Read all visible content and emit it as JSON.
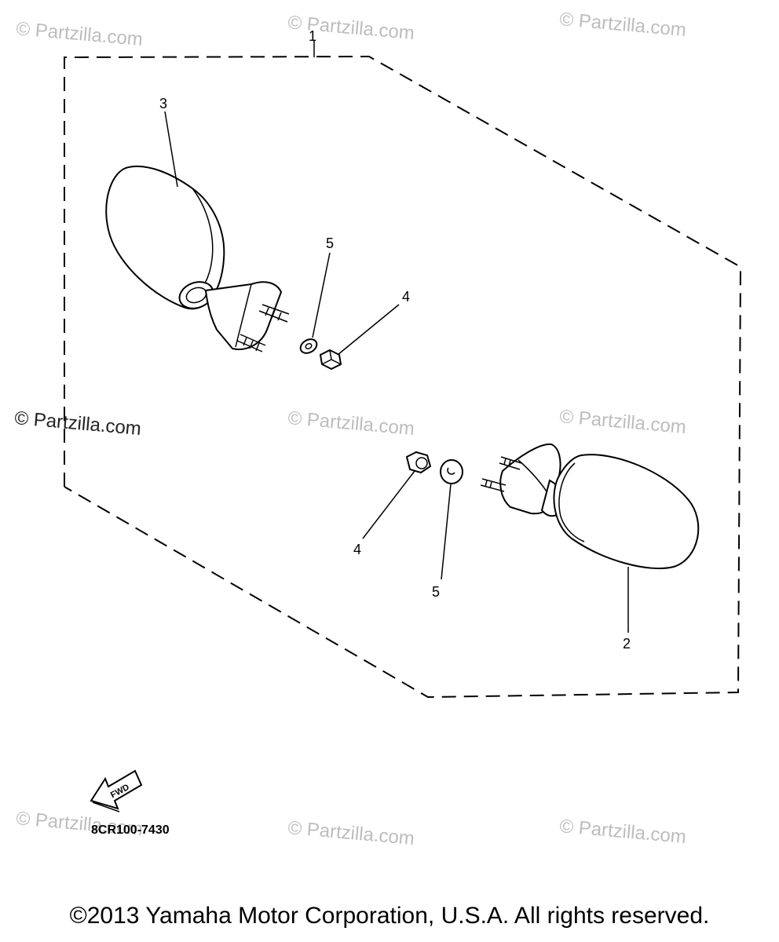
{
  "watermarks": [
    "© Partzilla.com",
    "© Partzilla.com",
    "© Partzilla.com",
    "© Partzilla.com",
    "© Partzilla.com",
    "© Partzilla.com",
    "© Partzilla.com",
    "© Partzilla.com",
    "© Partzilla.com"
  ],
  "callouts": {
    "assembly": "1",
    "right_mirror": "2",
    "left_mirror": "3",
    "nut_upper": "4",
    "washer_upper": "5",
    "nut_lower": "4",
    "washer_lower": "5"
  },
  "fwd_label": "FWD",
  "diagram_code": "8CR100-7430",
  "copyright": "©2013  Yamaha Motor Corporation, U.S.A. All rights reserved."
}
